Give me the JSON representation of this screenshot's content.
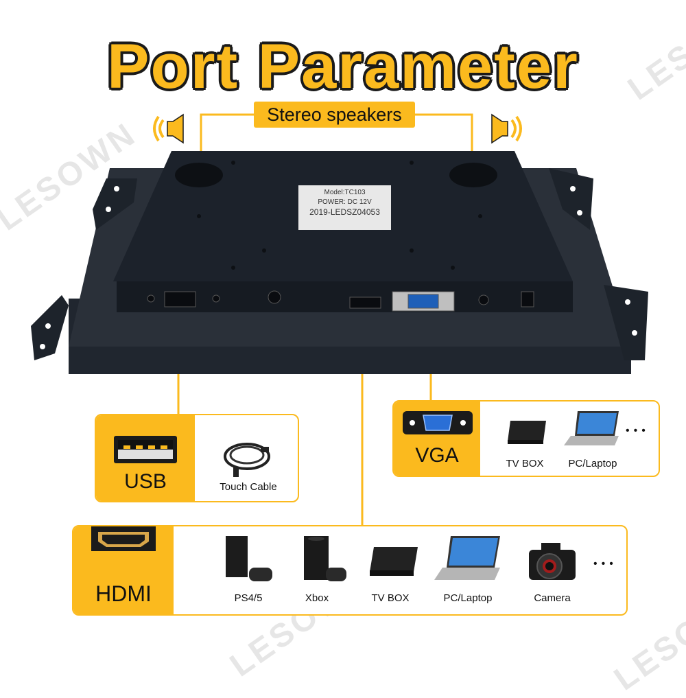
{
  "title": "Port Parameter",
  "watermark": "LESOWN",
  "speakers": {
    "label": "Stereo speakers"
  },
  "device_label": {
    "model": "Model:TC103",
    "power": "POWER: DC 12V",
    "serial": "2019-LEDSZ04053"
  },
  "vga": {
    "label": "VGA",
    "devices": [
      "TV BOX",
      "PC/Laptop"
    ],
    "more": "•••"
  },
  "usb": {
    "label": "USB",
    "devices": [
      "Touch Cable"
    ]
  },
  "hdmi": {
    "label": "HDMI",
    "devices": [
      "PS4/5",
      "Xbox",
      "TV BOX",
      "PC/Laptop",
      "Camera"
    ],
    "more": "•••"
  },
  "colors": {
    "accent": "#FBBA1E",
    "monitor": "#1c222b",
    "line": "#FBBA1E"
  }
}
